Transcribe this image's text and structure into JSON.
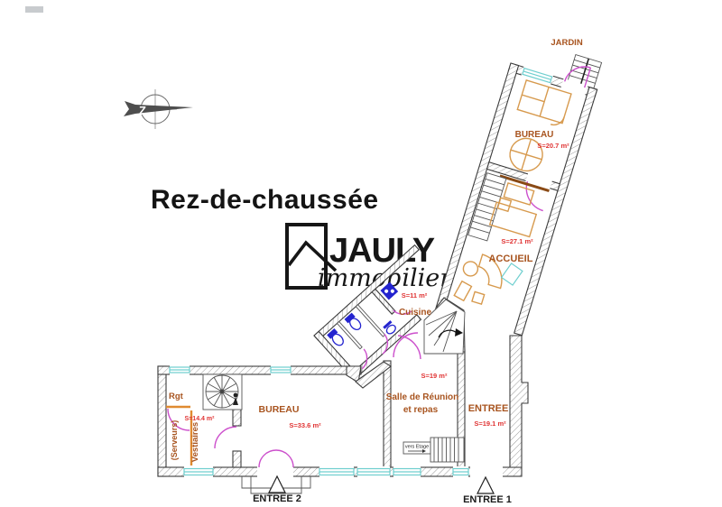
{
  "floor": {
    "title": "Rez-de-chaussée"
  },
  "logo": {
    "name": "JAULY",
    "tagline": "immobilier"
  },
  "outdoor": {
    "garden": "JARDIN"
  },
  "compass": {
    "letter": "Z"
  },
  "rooms": {
    "bureau_top": {
      "label": "BUREAU",
      "area": "S=20.7 m²"
    },
    "open_space": {
      "area": "S=27.1 m²"
    },
    "accueil": {
      "label": "ACCUEIL"
    },
    "cuisine": {
      "label": "Cuisine",
      "area": "S=11 m²"
    },
    "salle_reunion": {
      "label_line1": "Salle de Réunion",
      "label_line2": "et repas",
      "area": "S=19 m²"
    },
    "entree": {
      "label": "ENTREE",
      "area": "S=19.1 m²"
    },
    "bureau_bottom": {
      "label": "BUREAU",
      "area": "S=33.6 m²"
    },
    "rangement": {
      "label": "Rgt",
      "area": "S=14.4 m²"
    },
    "serveurs": {
      "label": "(Serveurs)"
    },
    "vestiaires": {
      "label": "Vestiaires"
    }
  },
  "entrances": {
    "entree_1": "ENTREE 1",
    "entree_2": "ENTREE 2"
  },
  "stairs": {
    "to_floor": "vers Etage"
  },
  "colors": {
    "wall_line": "#3c3c3c",
    "door": "#cc4fcc",
    "window": "#6fcfcf",
    "furniture": "#d79a4e",
    "fixture": "#2424cf",
    "room_label": "#a8541f",
    "area_label": "#e03434",
    "partition": "#e08a30"
  }
}
